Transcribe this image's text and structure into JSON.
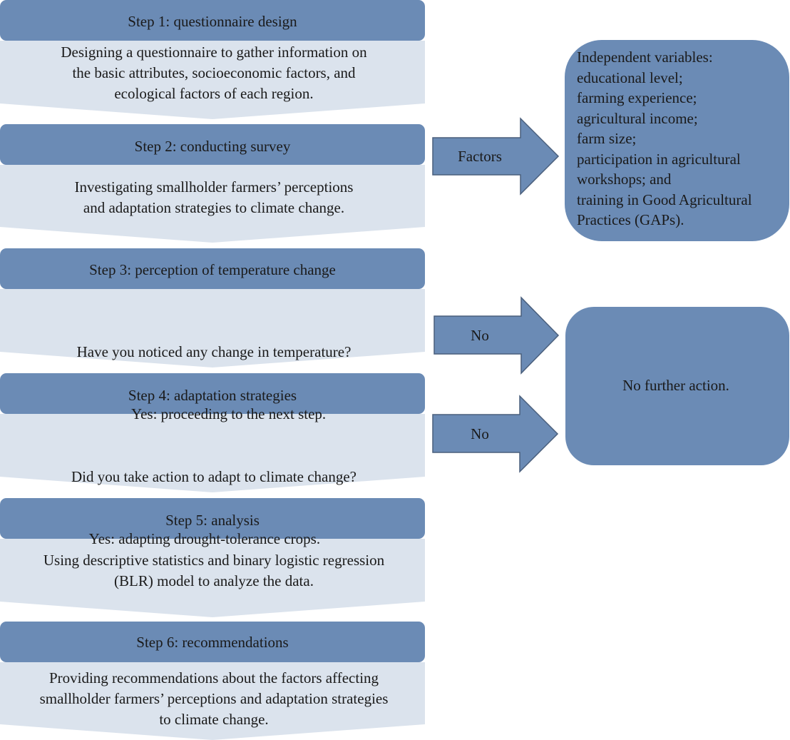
{
  "colors": {
    "header_fill": "#6b8bb5",
    "body_fill": "#dbe3ed",
    "box_fill": "#6b8bb5",
    "arrow_fill": "#6b8bb5",
    "arrow_stroke": "#4a5f7c",
    "text": "#1a1a1a"
  },
  "steps": [
    {
      "title": "Step 1: questionnaire design",
      "lines": [
        "Designing a questionnaire to gather information on",
        "the basic attributes, socioeconomic factors, and",
        "ecological factors of each region."
      ]
    },
    {
      "title": "Step 2: conducting survey",
      "lines": [
        "Investigating smallholder farmers’ perceptions",
        "and adaptation strategies to climate change."
      ]
    },
    {
      "title": "Step 3: perception of temperature change",
      "lines": [
        "Have you noticed any change in temperature?",
        "        Yes: proceeding to the next step."
      ]
    },
    {
      "title": "Step 4: adaptation strategies",
      "lines": [
        "Did you take action to adapt to climate change?",
        "Yes: adapting drought-tolerance crops.     "
      ]
    },
    {
      "title": "Step 5: analysis",
      "lines": [
        "Using descriptive statistics and binary logistic regression",
        "(BLR) model to analyze the data."
      ]
    },
    {
      "title": "Step 6: recommendations",
      "lines": [
        "Providing recommendations about the factors affecting",
        "smallholder farmers’ perceptions and adaptation strategies",
        "to climate change."
      ]
    }
  ],
  "arrows": [
    {
      "label": "Factors",
      "from": "Step 2: conducting survey",
      "to": "independent-variables"
    },
    {
      "label": "No",
      "from": "Step 3: perception of temperature change",
      "to": "no-further-action"
    },
    {
      "label": "No",
      "from": "Step 4: adaptation strategies",
      "to": "no-further-action"
    }
  ],
  "independent_variables": {
    "heading": "Independent variables:",
    "items": [
      "educational level;",
      "farming experience;",
      "agricultural income;",
      "farm size;",
      "participation in agricultural",
      "workshops; and",
      "training in Good Agricultural",
      "Practices (GAPs)."
    ]
  },
  "no_further_action": {
    "text": "No further action."
  }
}
